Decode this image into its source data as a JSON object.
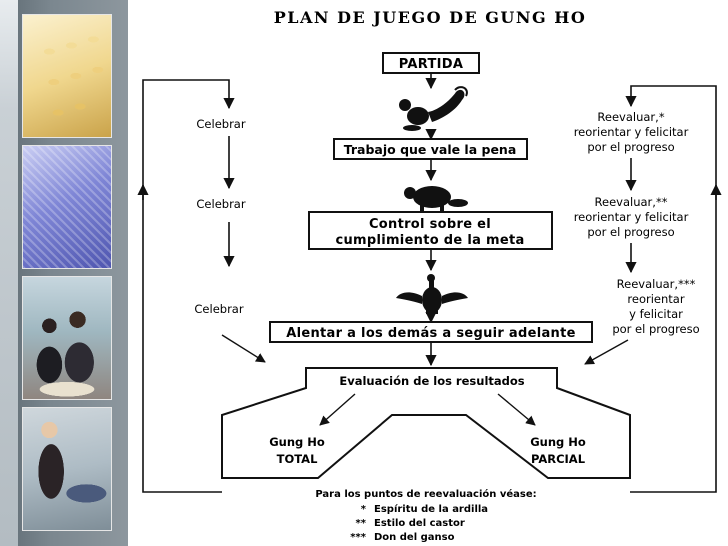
{
  "title": "PLAN DE JUEGO DE GUNG HO",
  "steps": {
    "start": "PARTIDA",
    "s1": "Trabajo que vale la pena",
    "s2_line1": "Control sobre el",
    "s2_line2": "cumplimiento de la meta",
    "s3": "Alentar a los demás a seguir adelante",
    "evaluation": "Evaluación de los resultados",
    "total_line1": "Gung Ho",
    "total_line2": "TOTAL",
    "partial_line1": "Gung Ho",
    "partial_line2": "PARCIAL"
  },
  "left_labels": [
    "Celebrar",
    "Celebrar",
    "Celebrar"
  ],
  "right_labels": [
    [
      "Reevaluar,*",
      "reorientar y felicitar",
      "por el progreso"
    ],
    [
      "Reevaluar,**",
      "reorientar y felicitar",
      "por el progreso"
    ],
    [
      "Reevaluar,***",
      "reorientar",
      "y felicitar",
      "por el progreso"
    ]
  ],
  "footnote": {
    "intro": "Para los puntos de reevaluación véase:",
    "items": [
      {
        "mark": "*",
        "text": "Espíritu de la ardilla"
      },
      {
        "mark": "**",
        "text": "Estilo del castor"
      },
      {
        "mark": "***",
        "text": "Don del ganso"
      }
    ]
  },
  "icons": [
    "squirrel-icon",
    "beaver-icon",
    "goose-icon"
  ]
}
